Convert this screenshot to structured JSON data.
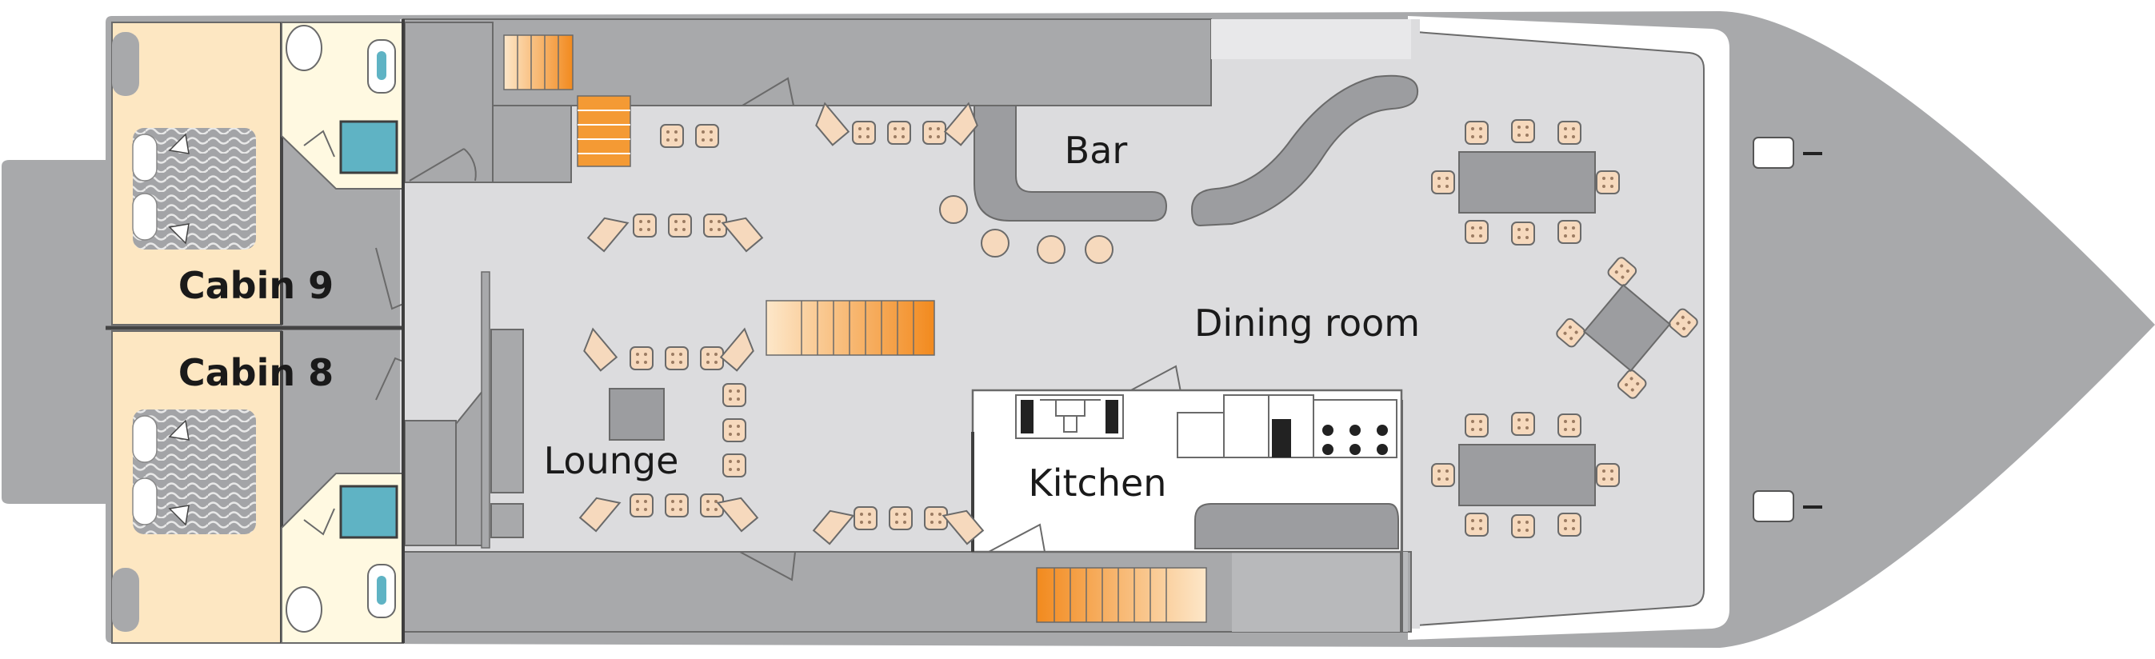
{
  "labels": {
    "cabin9": "Cabin 9",
    "cabin8": "Cabin 8",
    "bar": "Bar",
    "dining": "Dining room",
    "lounge": "Lounge",
    "kitchen": "Kitchen"
  },
  "colors": {
    "hull": "#a8a9ab",
    "deck": "#dcdcde",
    "cabin": "#fde7c2",
    "bath": "#fff9e1",
    "furniture": "#9c9da0",
    "chair": "#f6d9bd",
    "stair": "#f49a34",
    "glass": "#5fb3c4"
  }
}
